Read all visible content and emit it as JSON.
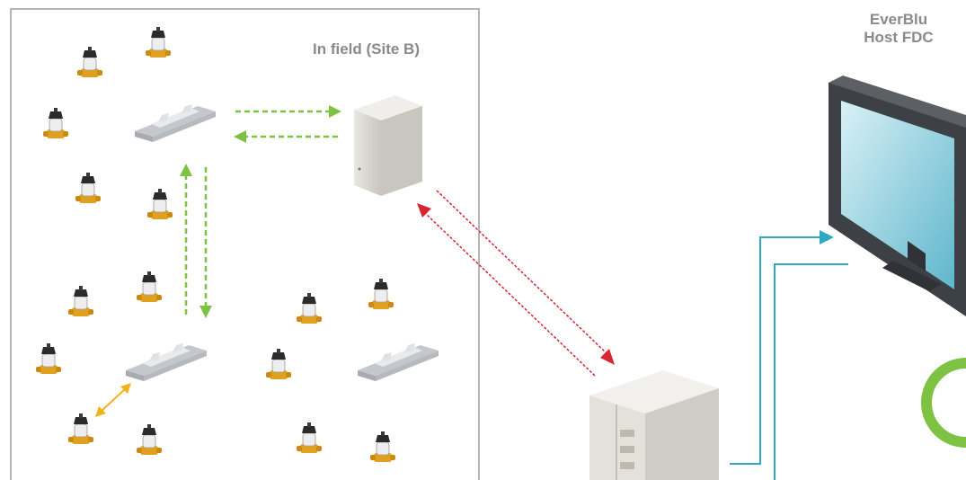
{
  "field": {
    "title": "In field (Site B)"
  },
  "host": {
    "line1": "EverBlu",
    "line2": "Host FDC"
  },
  "colors": {
    "radio_link": "#7dc242",
    "wan_link": "#d9232e",
    "lan_link": "#2fa8c4",
    "local_link": "#f3b21a",
    "frame": "#b5b5b5",
    "logo": "#7dc242"
  },
  "icons": {
    "meter": "water-meter-icon",
    "repeater": "radio-repeater-icon",
    "concentrator": "concentrator-cabinet-icon",
    "server": "server-icon",
    "monitor": "monitor-icon"
  }
}
